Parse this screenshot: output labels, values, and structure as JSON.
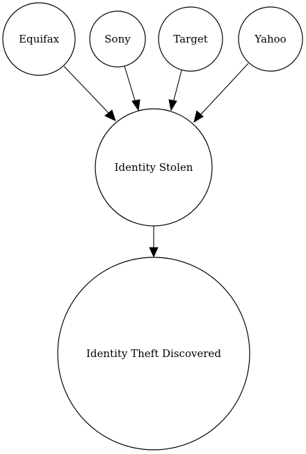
{
  "nodes": {
    "equifax": "Equifax",
    "sony": "Sony",
    "target": "Target",
    "yahoo": "Yahoo",
    "identity_stolen": "Identity Stolen",
    "identity_theft_discovered": "Identity Theft Discovered"
  },
  "edges": [
    {
      "from": "equifax",
      "to": "identity_stolen"
    },
    {
      "from": "sony",
      "to": "identity_stolen"
    },
    {
      "from": "target",
      "to": "identity_stolen"
    },
    {
      "from": "yahoo",
      "to": "identity_stolen"
    },
    {
      "from": "identity_stolen",
      "to": "identity_theft_discovered"
    }
  ]
}
